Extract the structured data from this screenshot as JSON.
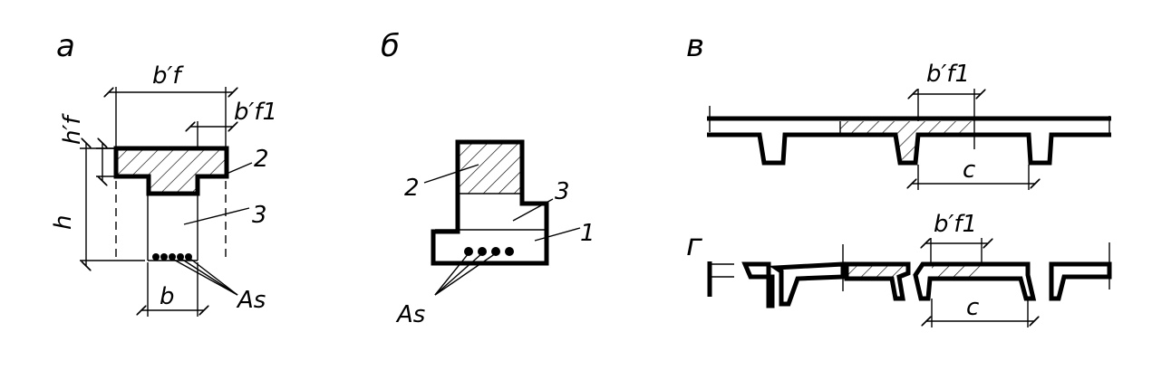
{
  "panels": {
    "a": {
      "label": "а",
      "dims": {
        "bf": "b′f",
        "hf": "h′f",
        "bf1": "b′f1",
        "h": "h",
        "b": "b"
      },
      "leader_2": "2",
      "leader_3": "3",
      "reinforcement": "As"
    },
    "b": {
      "label": "б",
      "leader_1": "1",
      "leader_2": "2",
      "leader_3": "3",
      "reinforcement": "As"
    },
    "v": {
      "label": "в",
      "dims": {
        "bf1": "b′f1",
        "c": "c"
      }
    },
    "g": {
      "label": "г",
      "dims": {
        "bf1": "b′f1",
        "c": "c"
      }
    }
  }
}
